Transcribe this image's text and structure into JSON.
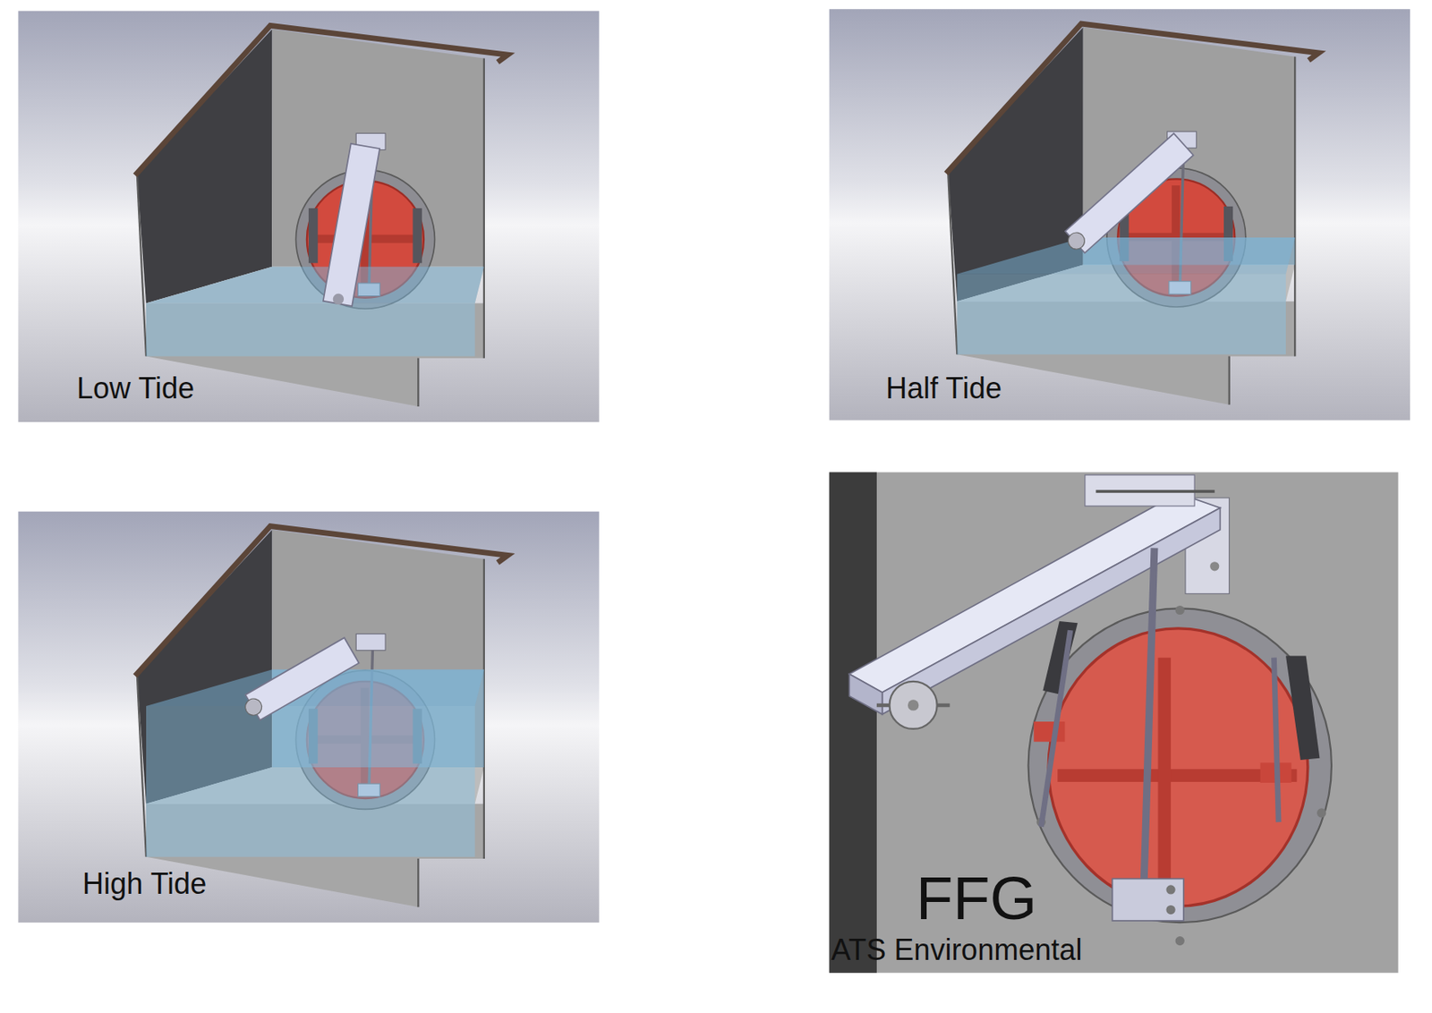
{
  "diagram": {
    "labels": [
      "Low Tide",
      "Half Tide",
      "High Tide",
      "FFG",
      "ATS Environmental"
    ]
  }
}
